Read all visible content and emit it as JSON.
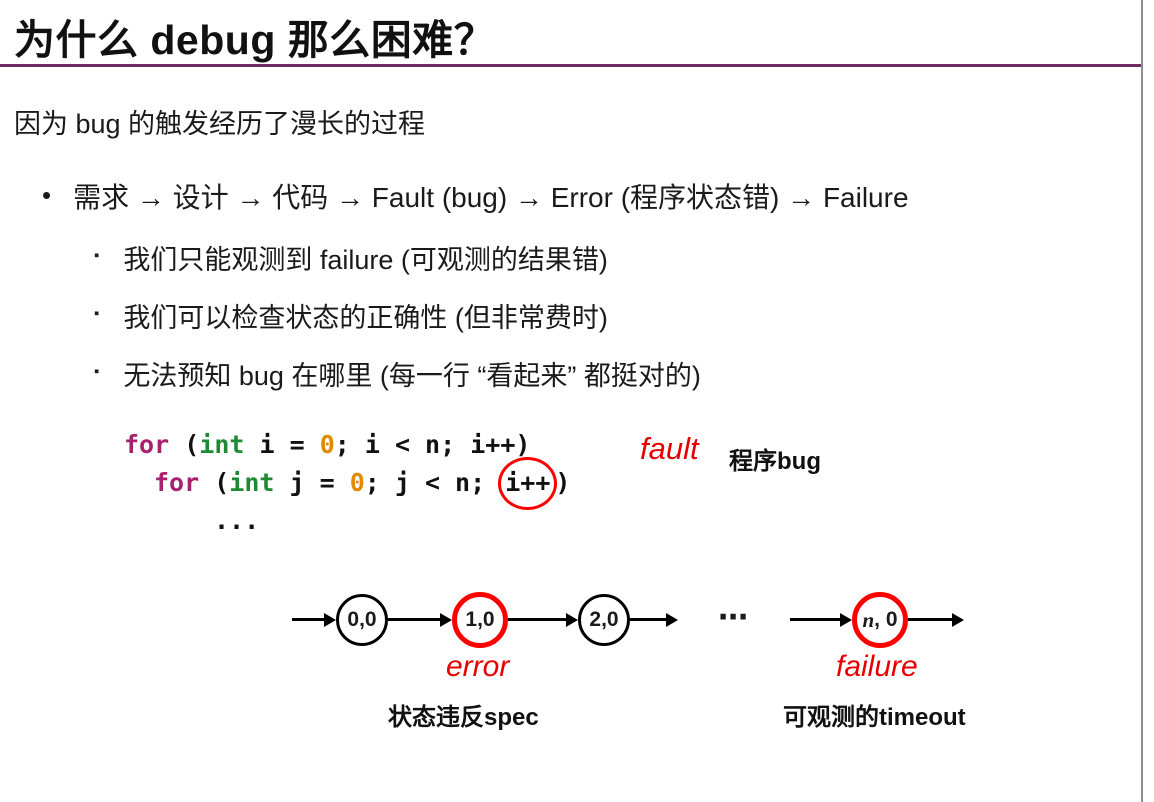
{
  "page": {
    "title": "为什么 debug 那么困难？",
    "intro": "因为 bug 的触发经历了漫长的过程",
    "bullet_glyph": "•",
    "sub_bullet_glyph": "▪",
    "chain": "需求 → 设计 → 代码 → Fault (bug) → Error (程序状态错) → Failure",
    "subpoints": [
      "我们只能观测到 failure (可观测的结果错)",
      "我们可以检查状态的正确性 (但非常费时)",
      "无法预知 bug 在哪里 (每一行 “看起来” 都挺对的)"
    ]
  },
  "code": {
    "line1": {
      "kw": "for",
      "t1": " (",
      "type": "int",
      "t2": " i = ",
      "num": "0",
      "t3": "; i < n; i++)"
    },
    "line2": {
      "kw": "for",
      "t1": " (",
      "type": "int",
      "t2": " j = ",
      "num": "0",
      "t3": "; j < n; ",
      "bug": "i++",
      "t4": ")"
    },
    "line3": "...",
    "fault_label": "fault",
    "fault_note": "程序bug"
  },
  "diagram": {
    "nodes": [
      "0,0",
      "1,0",
      "2,0"
    ],
    "ellipsis": "⋯",
    "final_var": "n",
    "final_rest": ", 0",
    "error_label": "error",
    "error_caption": "状态违反spec",
    "failure_label": "failure",
    "failure_caption": "可观测的timeout"
  },
  "colors": {
    "divider": "#702963",
    "accent_red": "#ee0000",
    "keyword": "#a7226e",
    "type_green": "#1e8a33",
    "number_orange": "#e08a00"
  }
}
